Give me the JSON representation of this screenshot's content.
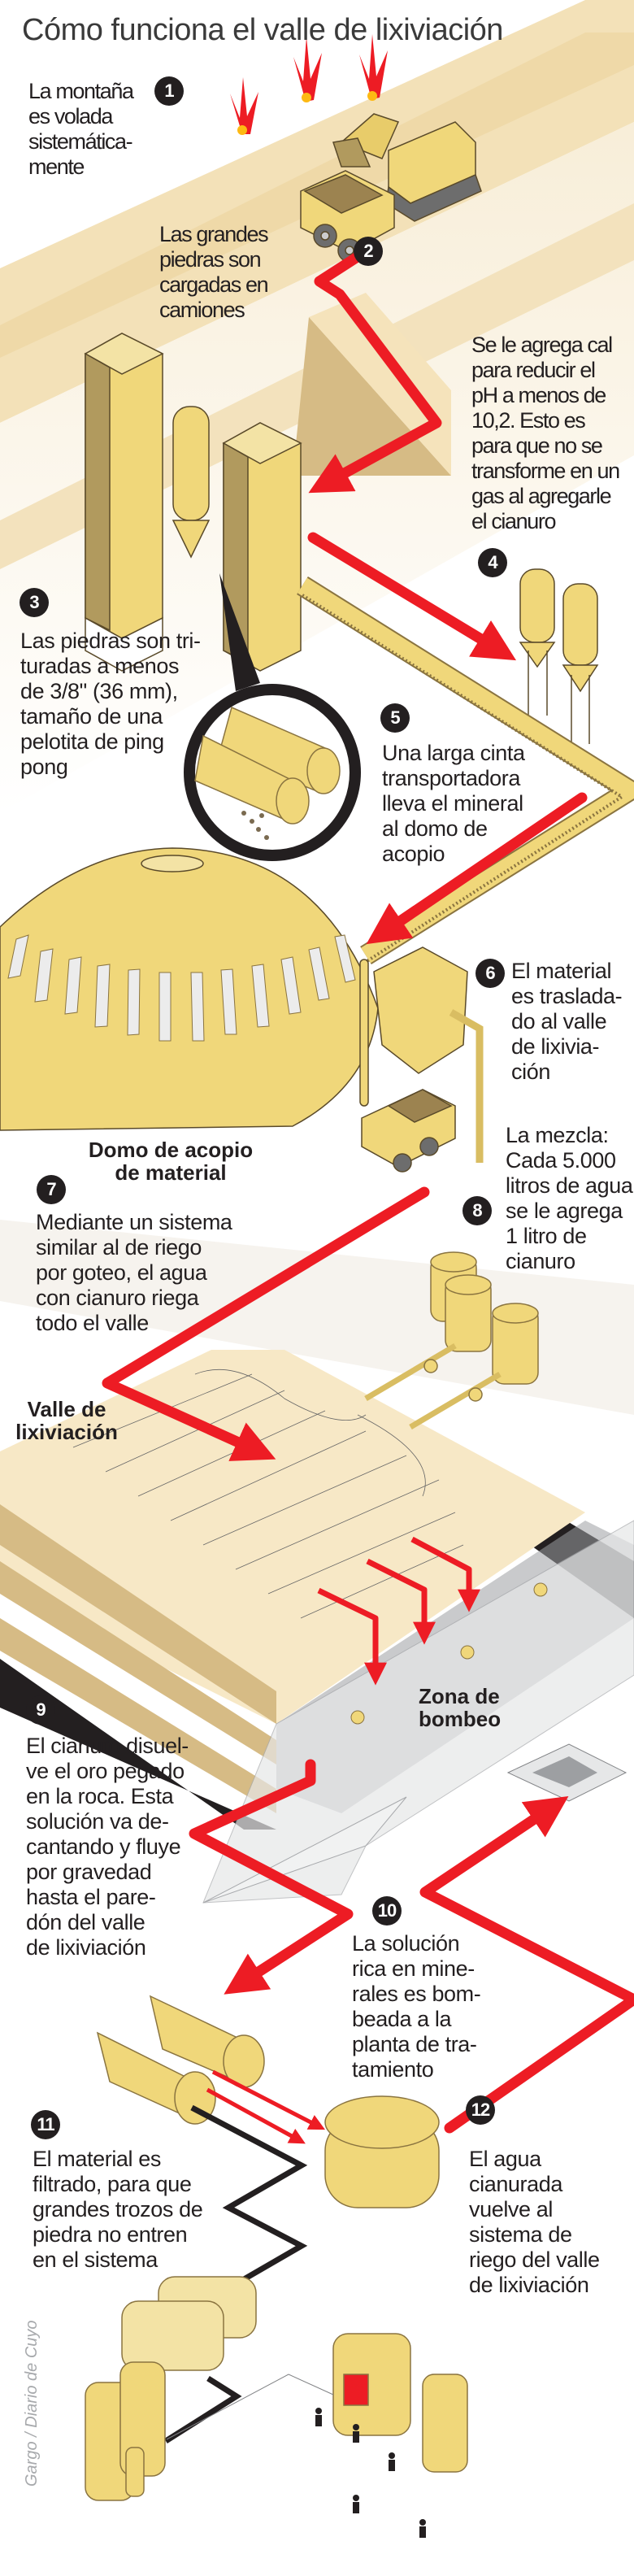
{
  "title": "Cómo funciona el valle de lixiviación",
  "steps": [
    {
      "n": "1",
      "text": "La montaña\nes volada\nsistemática-\nmente"
    },
    {
      "n": "2",
      "text": "Las grandes\npiedras son\ncargadas en\ncamiones"
    },
    {
      "n": "3",
      "text": "Las piedras son tri-\nturadas a menos\nde 3/8\" (36 mm),\ntamaño de una\npelotita de ping\npong"
    },
    {
      "n": "4",
      "text": "Se le agrega cal\npara reducir el\npH a menos de\n10,2. Esto es\npara que no se\ntransforme en un\ngas al agregarle\nel cianuro"
    },
    {
      "n": "5",
      "text": "Una larga cinta\ntransportadora\nlleva el mineral\nal domo de\nacopio"
    },
    {
      "n": "6",
      "text": "El material\nes traslada-\ndo al valle\nde lixivia-\nción"
    },
    {
      "n": "7",
      "text": "Mediante un sistema\nsimilar al de riego\npor goteo, el agua\ncon cianuro riega\ntodo el valle"
    },
    {
      "n": "8",
      "text": "La mezcla:\nCada 5.000\nlitros de agua\nse le agrega\n1 litro de\ncianuro"
    },
    {
      "n": "9",
      "text": "El cianuro disuel-\nve el oro pegado\nen la roca. Esta\nsolución va de-\ncantando y fluye\npor gravedad\nhasta el pare-\ndón del valle\nde lixiviación"
    },
    {
      "n": "10",
      "text": "La solución\nrica en mine-\nrales es bom-\nbeada a la\nplanta de tra-\ntamiento"
    },
    {
      "n": "11",
      "text": "El material es\nfiltrado, para que\ngrandes trozos de\npiedra no entren\nen el sistema"
    },
    {
      "n": "12",
      "text": "El agua\ncianurada\nvuelve al\nsistema de\nriego del valle\nde lixiviación"
    }
  ],
  "labels": {
    "dome": "Domo de acopio\nde material",
    "valley": "Valle de\nlixiviación",
    "pump_zone": "Zona de\nbombeo"
  },
  "credit": "Gargo / Diario de Cuyo",
  "colors": {
    "arrow": "#ed1c24",
    "gold": "#f0d77a",
    "gold_dark": "#b19a5e",
    "sand": "#f7e9c8",
    "badge": "#231f20"
  }
}
